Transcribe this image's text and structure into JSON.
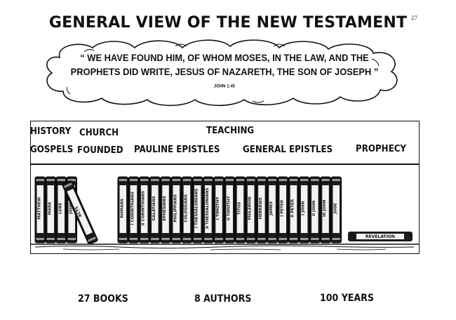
{
  "title": "GENERAL VIEW OF THE NEW TESTAMENT",
  "page_number": "27",
  "quote": {
    "line1": "“ WE HAVE FOUND HIM, OF WHOM MOSES, IN THE LAW, AND THE",
    "line2": "PROPHETS DID WRITE, JESUS OF NAZARETH, THE SON OF JOSEPH ”",
    "reference": "JOHN 1:45"
  },
  "categories": {
    "history": "HISTORY",
    "gospels": "GOSPELS",
    "church": "CHURCH",
    "founded": "FOUNDED",
    "teaching": "TEACHING",
    "pauline": "PAULINE EPISTLES",
    "general": "GENERAL EPISTLES",
    "prophecy": "PROPHECY"
  },
  "books": {
    "gospels": [
      "MATTHEW",
      "MARK",
      "LUKE",
      "JOHN"
    ],
    "acts": "ACTS",
    "epistles": [
      "ROMANS",
      "I CORINTHIANS",
      "II CORINTHIANS",
      "GALATIANS",
      "EPHESIANS",
      "PHILIPPIANS",
      "COLOSSIANS",
      "I THESSALONIANS",
      "II THESSALONIANS",
      "I TIMOTHY",
      "II TIMOTHY",
      "TITUS",
      "PHILEMON",
      "HEBREWS",
      "JAMES",
      "I PETER",
      "II PETER",
      "I JOHN",
      "II JOHN",
      "III JOHN",
      "JUDE"
    ],
    "revelation": "REVELATION"
  },
  "stats": {
    "books": "27 BOOKS",
    "authors": "8 AUTHORS",
    "years": "100 YEARS"
  }
}
